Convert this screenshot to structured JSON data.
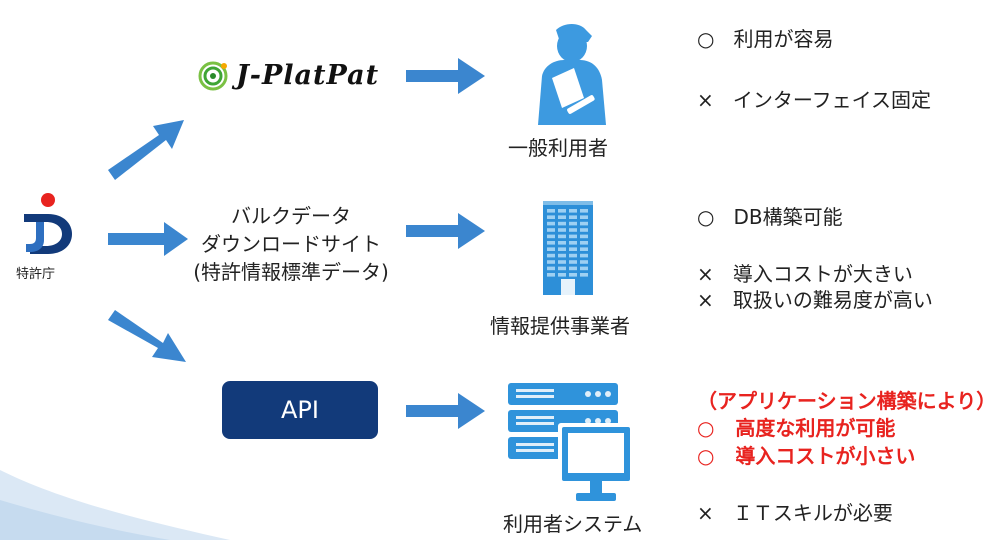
{
  "colors": {
    "arrow": "#3b86cf",
    "api_box": "#123a7a",
    "accent_red": "#e8231f",
    "person": "#3d9ae0",
    "building": "#2d8fd8",
    "server": "#2f93db"
  },
  "source": {
    "label": "特許庁"
  },
  "jplatpat": {
    "logo_text": "J-PlatPat"
  },
  "bulk": {
    "line1": "バルクデータ",
    "line2": "ダウンロードサイト",
    "line3": "(特許情報標準データ)"
  },
  "api": {
    "label": "API"
  },
  "users": {
    "general": "一般利用者",
    "provider": "情報提供事業者",
    "system": "利用者システム"
  },
  "points": {
    "general": [
      {
        "mark": "○",
        "text": "利用が容易"
      },
      {
        "mark": "×",
        "text": "インターフェイス固定"
      }
    ],
    "provider": [
      {
        "mark": "○",
        "text": "DB構築可能"
      },
      {
        "mark": "×",
        "text": "導入コストが大きい"
      },
      {
        "mark": "×",
        "text": "取扱いの難易度が高い"
      }
    ],
    "system_note": "（アプリケーション構築により）",
    "system": [
      {
        "mark": "○",
        "text": "高度な利用が可能"
      },
      {
        "mark": "○",
        "text": "導入コストが小さい"
      },
      {
        "mark": "×",
        "text": "ＩＴスキルが必要"
      }
    ]
  }
}
